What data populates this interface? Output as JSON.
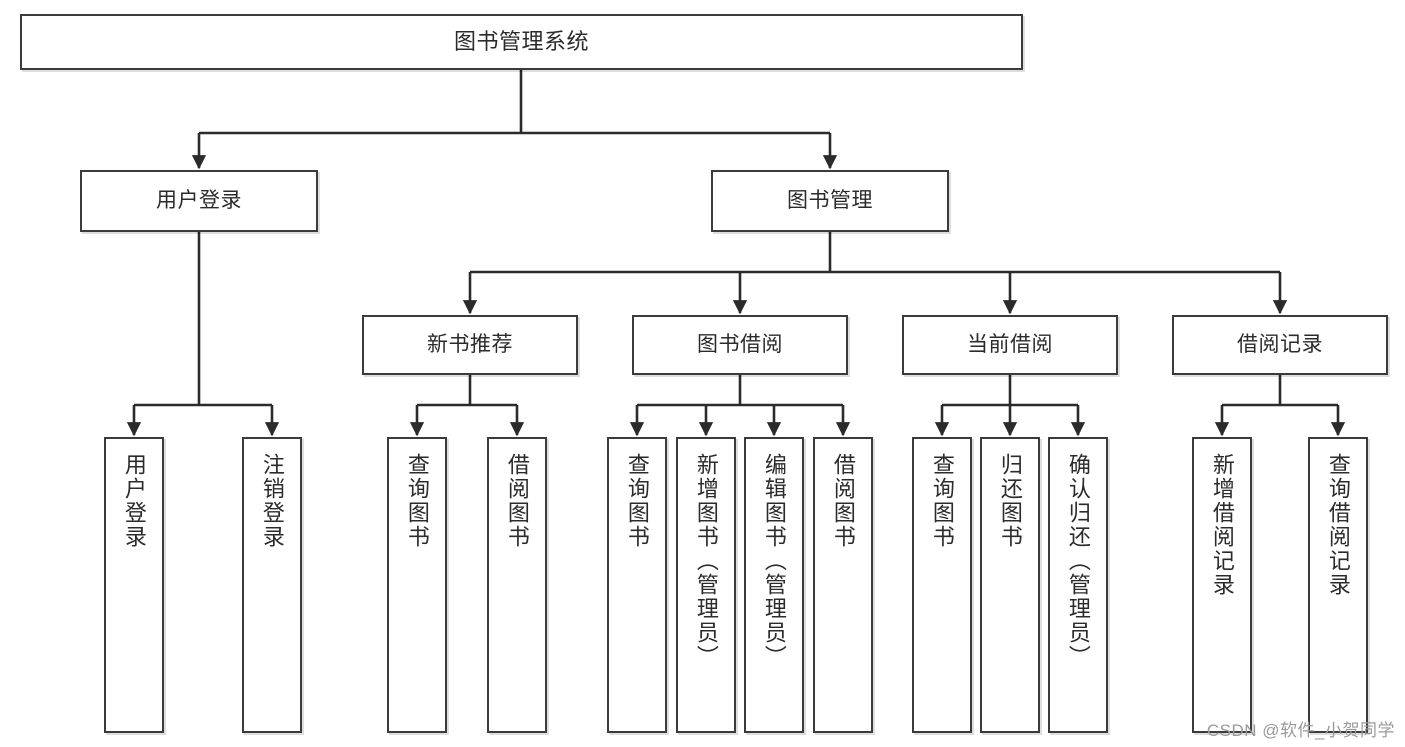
{
  "diagram": {
    "title": "图书管理系统",
    "type": "tree-hierarchy",
    "watermark": "CSDN @软件_小贺同学",
    "colors": {
      "box_border": "#3b3b3b",
      "box_fill": "#ffffff",
      "edge": "#2b2b2b",
      "text": "#2b2b2b",
      "watermark": "#9a9a9a"
    },
    "levels": {
      "level1": "root",
      "level2": "modules",
      "level3": "sub-modules",
      "level4": "operations"
    }
  },
  "nodes": {
    "root": {
      "label": "图书管理系统"
    },
    "level2": [
      {
        "id": "user-login",
        "label": "用户登录"
      },
      {
        "id": "book-management",
        "label": "图书管理"
      }
    ],
    "level3": [
      {
        "id": "new-book-recommend",
        "label": "新书推荐"
      },
      {
        "id": "book-borrow",
        "label": "图书借阅"
      },
      {
        "id": "current-borrow",
        "label": "当前借阅"
      },
      {
        "id": "borrow-record",
        "label": "借阅记录"
      }
    ],
    "leaves": {
      "user_login": [
        {
          "id": "leaf-user-login",
          "label": "用户登录"
        },
        {
          "id": "leaf-logout-login",
          "label": "注销登录"
        }
      ],
      "new_book_recommend": [
        {
          "id": "leaf-query-book-1",
          "label": "查询图书"
        },
        {
          "id": "leaf-borrow-book-1",
          "label": "借阅图书"
        }
      ],
      "book_borrow": [
        {
          "id": "leaf-query-book-2",
          "label": "查询图书"
        },
        {
          "id": "leaf-add-book",
          "label": "新增图书（管理员）"
        },
        {
          "id": "leaf-edit-book",
          "label": "编辑图书（管理员）"
        },
        {
          "id": "leaf-borrow-book-2",
          "label": "借阅图书"
        }
      ],
      "current_borrow": [
        {
          "id": "leaf-query-book-3",
          "label": "查询图书"
        },
        {
          "id": "leaf-return-book",
          "label": "归还图书"
        },
        {
          "id": "leaf-confirm-return",
          "label": "确认归还（管理员）"
        }
      ],
      "borrow_record": [
        {
          "id": "leaf-add-record",
          "label": "新增借阅记录"
        },
        {
          "id": "leaf-query-record",
          "label": "查询借阅记录"
        }
      ]
    }
  }
}
